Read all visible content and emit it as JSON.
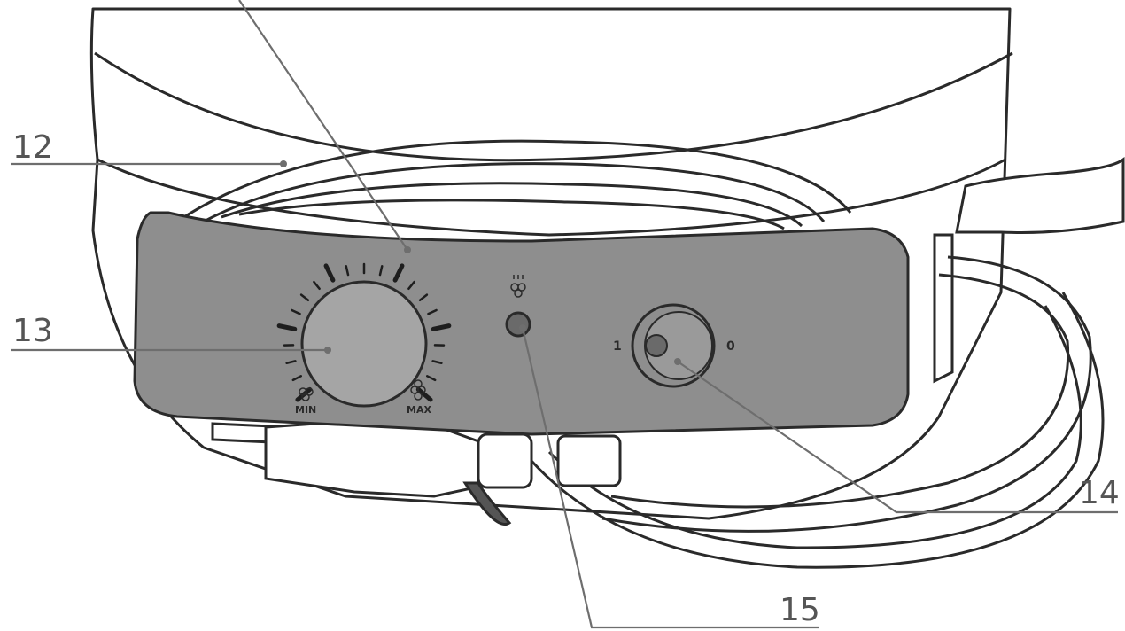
{
  "callouts": {
    "c12": "12",
    "c13": "13",
    "c14": "14",
    "c15": "15"
  },
  "dial": {
    "min_label": "MIN",
    "max_label": "MAX"
  },
  "switch": {
    "on_label": "1",
    "off_label": "0"
  },
  "icons": {
    "steam_icon": "steam-icon",
    "dial": "temperature-dial",
    "switch": "power-rocker-switch",
    "lamp": "indicator-lamp"
  },
  "colors": {
    "panel": "#8e8e8e",
    "line": "#6e6e6e",
    "outline": "#2a2a2a",
    "knob": "#a5a5a5"
  }
}
